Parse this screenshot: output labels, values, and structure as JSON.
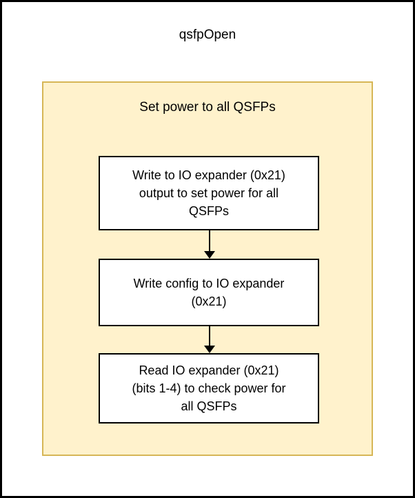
{
  "diagram": {
    "type": "flowchart",
    "title": "qsfpOpen",
    "colors": {
      "canvas_background": "#ffffff",
      "canvas_border": "#000000",
      "subgraph_fill": "#fff2cc",
      "subgraph_border": "#d6b656",
      "node_fill": "#ffffff",
      "node_border": "#000000",
      "text": "#000000",
      "edge": "#000000"
    },
    "subgraph": {
      "label": "Set power to all QSFPs",
      "nodes": [
        {
          "id": "node-1",
          "label": "Write to IO expander (0x21)\noutput to set power for all\nQSFPs"
        },
        {
          "id": "node-2",
          "label": "Write config to IO expander\n(0x21)"
        },
        {
          "id": "node-3",
          "label": "Read IO expander (0x21)\n(bits 1-4) to check power for\nall QSFPs"
        }
      ],
      "edges": [
        {
          "id": "edge-1",
          "from": "node-1",
          "to": "node-2",
          "label": ""
        },
        {
          "id": "edge-2",
          "from": "node-2",
          "to": "node-3",
          "label": ""
        }
      ]
    }
  }
}
